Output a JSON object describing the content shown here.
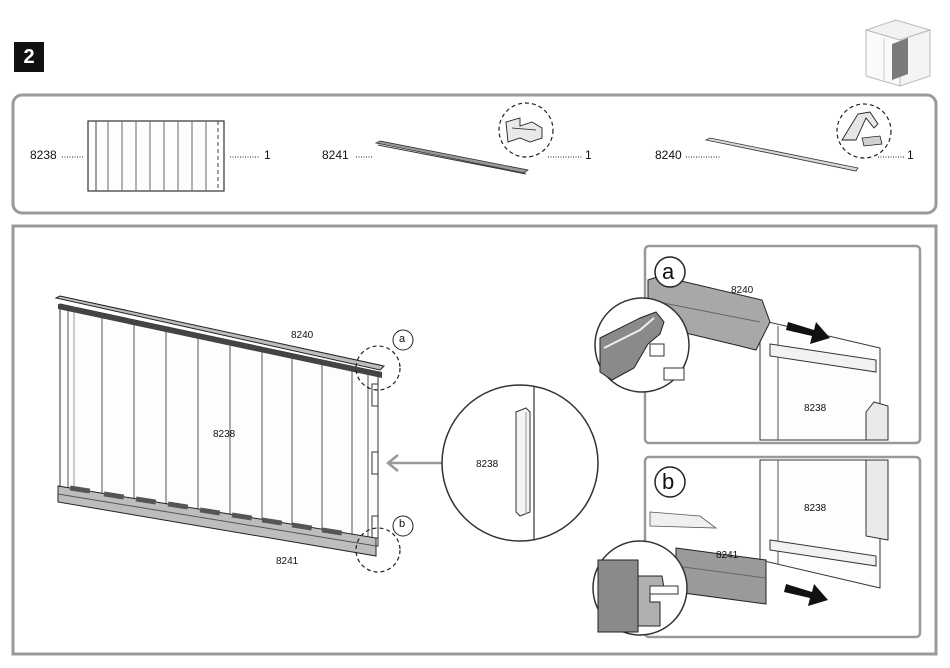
{
  "step": "2",
  "parts": [
    {
      "code": "8238",
      "qty": "1"
    },
    {
      "code": "8241",
      "qty": "1"
    },
    {
      "code": "8240",
      "qty": "1"
    }
  ],
  "assembly": {
    "panel_label": "8238",
    "top_rail_label": "8240",
    "bottom_rail_label": "8241",
    "callout_a": "a",
    "callout_b": "b",
    "zoom_label": "8238"
  },
  "detail_a": {
    "letter": "a",
    "rail_label": "8240",
    "panel_label": "8238"
  },
  "detail_b": {
    "letter": "b",
    "rail_label": "8241",
    "panel_label": "8238"
  }
}
